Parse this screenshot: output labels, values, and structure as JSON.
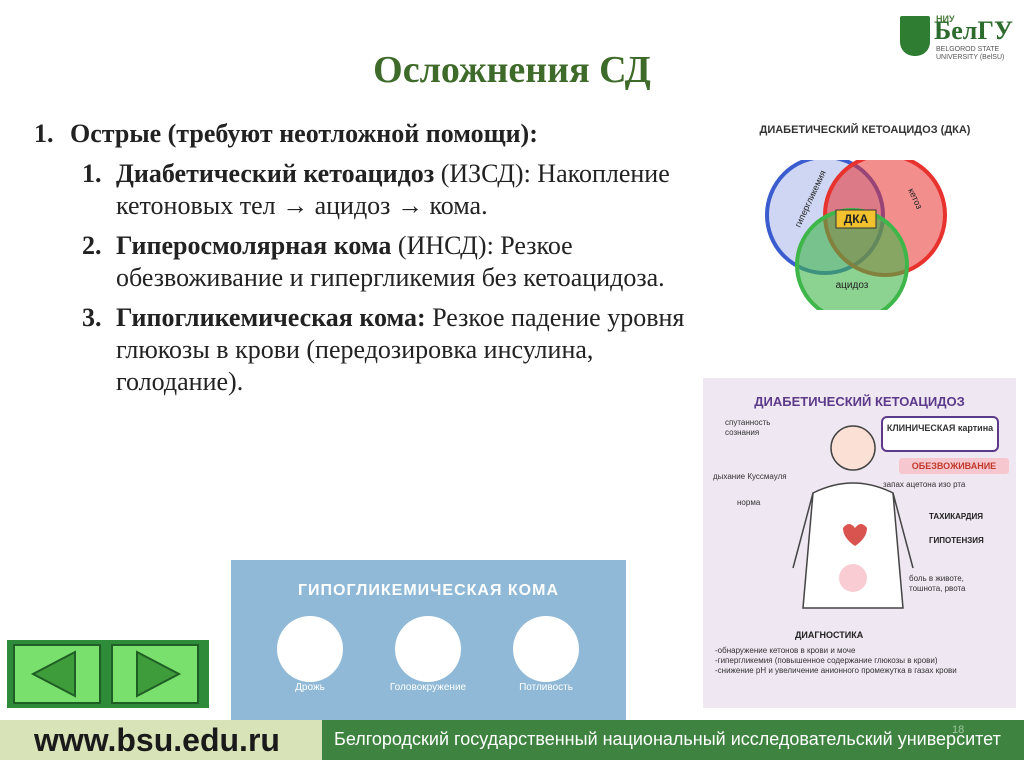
{
  "title": "Осложнения СД",
  "logo": {
    "top": "НИУ",
    "main": "БелГУ",
    "sub_line1": "BELGOROD STATE",
    "sub_line2": "UNIVERSITY (BelSU)"
  },
  "content": {
    "level1": {
      "num": "1.",
      "text": "Острые (требуют неотложной помощи):"
    },
    "items": [
      {
        "num": "1.",
        "bold": "Диабетический кетоацидоз",
        "rest": " (ИЗСД): Накопление кетоновых тел → ацидоз → кома."
      },
      {
        "num": "2.",
        "bold": "Гиперосмолярная кома",
        "rest": " (ИНСД): Резкое обезвоживание и гипергликемия без кетоацидоза."
      },
      {
        "num": "3.",
        "bold": "Гипогликемическая кома:",
        "rest": " Резкое падение уровня глюкозы в крови (передозировка инсулина, голодание)."
      }
    ]
  },
  "dka_diagram": {
    "title": "ДИАБЕТИЧЕСКИЙ КЕТОАЦИДОЗ (ДКА)",
    "circle_labels": [
      "гипергликемия",
      "кетоз",
      "ацидоз"
    ],
    "center_label": "ДКА",
    "colors": {
      "blue": "#3b5ccf",
      "red": "#e8322e",
      "green": "#3fb64a",
      "center": "#f2c12e"
    }
  },
  "dka_infographic": {
    "title": "ДИАБЕТИЧЕСКИЙ КЕТОАЦИДОЗ",
    "clinical_box": "КЛИНИЧЕСКАЯ картина",
    "dehydration": "ОБЕЗВОЖИВАНИЕ",
    "confusion": "спутанность сознания",
    "kussmaul": "дыхание Куссмауля",
    "norm": "норма",
    "acetone": "запах ацетона изо рта",
    "tachycardia": "ТАХИКАРДИЯ",
    "hypotension": "ГИПОТЕНЗИЯ",
    "pain": "боль в животе, тошнота, рвота",
    "diagnostics": "ДИАГНОСТИКА",
    "diag_list": [
      "-обнаружение кетонов в крови и моче",
      "-гипергликемия (повышенное содержание глюкозы в крови)",
      "-снижение pH и увеличение анионного промежутка в газах крови"
    ]
  },
  "hypo_image": {
    "title": "ГИПОГЛИКЕМИЧЕСКАЯ КОМА",
    "labels": [
      "Дрожь",
      "Головокружение",
      "Потливость"
    ]
  },
  "footer": {
    "url": "www.bsu.edu.ru",
    "university": "Белгородский государственный национальный исследовательский университет",
    "page": "18"
  }
}
